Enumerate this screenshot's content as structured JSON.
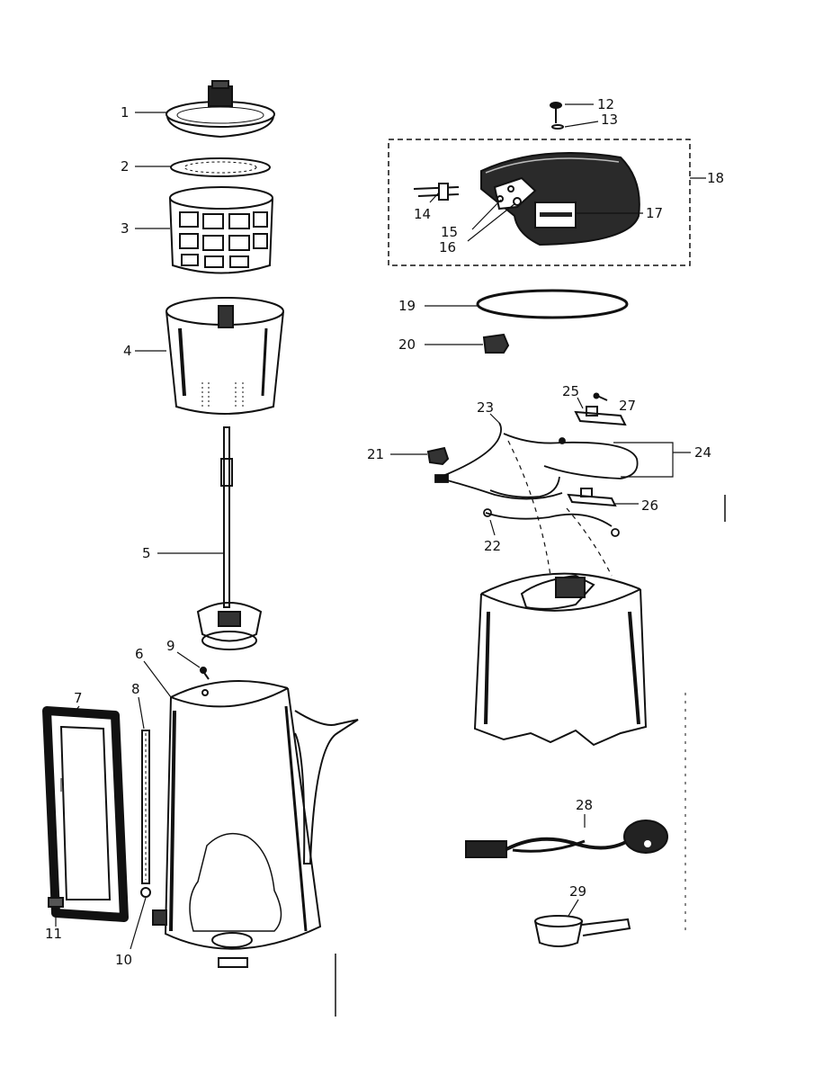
{
  "diagram": {
    "type": "exploded parts diagram",
    "callouts": {
      "p1": "1",
      "p2": "2",
      "p3": "3",
      "p4": "4",
      "p5": "5",
      "p6": "6",
      "p7": "7",
      "p8": "8",
      "p9": "9",
      "p10": "10",
      "p11": "11",
      "p12": "12",
      "p13": "13",
      "p14": "14",
      "p15": "15",
      "p16": "16",
      "p17": "17",
      "p18": "18",
      "p19": "19",
      "p20": "20",
      "p21": "21",
      "p22": "22",
      "p23": "23",
      "p24": "24",
      "p25": "25",
      "p26": "26",
      "p27": "27",
      "p28": "28",
      "p29": "29"
    },
    "line_color": "#111111",
    "paper_color": "#ffffff"
  }
}
